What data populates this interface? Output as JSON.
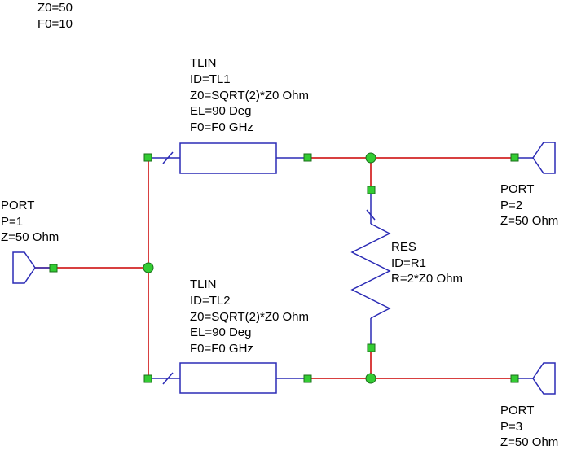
{
  "variables": {
    "line1": "Z0=50",
    "line2": "F0=10"
  },
  "tl1": {
    "type": "TLIN",
    "id": "ID=TL1",
    "z0": "Z0=SQRT(2)*Z0 Ohm",
    "el": "EL=90 Deg",
    "f0": "F0=F0 GHz"
  },
  "tl2": {
    "type": "TLIN",
    "id": "ID=TL2",
    "z0": "Z0=SQRT(2)*Z0 Ohm",
    "el": "EL=90 Deg",
    "f0": "F0=F0 GHz"
  },
  "port1": {
    "type": "PORT",
    "p": "P=1",
    "z": "Z=50 Ohm"
  },
  "port2": {
    "type": "PORT",
    "p": "P=2",
    "z": "Z=50 Ohm"
  },
  "port3": {
    "type": "PORT",
    "p": "P=3",
    "z": "Z=50 Ohm"
  },
  "res": {
    "type": "RES",
    "id": "ID=R1",
    "r": "R=2*Z0 Ohm"
  },
  "colors": {
    "wire": "#cc0000",
    "component": "#2b2bb5",
    "node_fill": "#33cc33",
    "node_stroke": "#1a6e1a",
    "text": "#000000"
  }
}
